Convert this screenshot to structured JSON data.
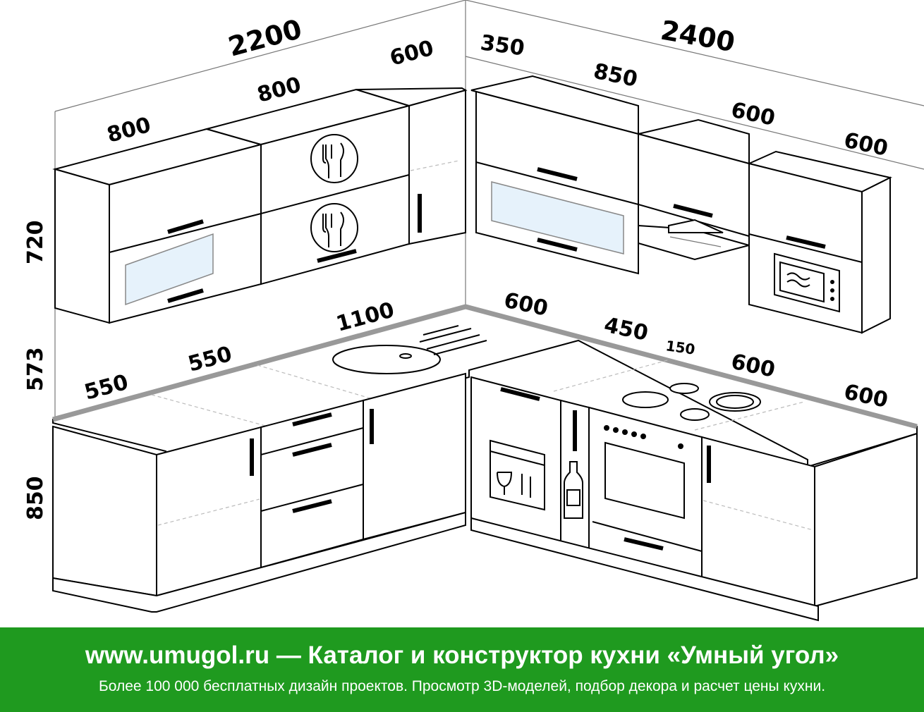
{
  "dimensions": {
    "left_wall_total": "2200",
    "right_wall_total": "2400",
    "upper_left_1": "800",
    "upper_left_2": "800",
    "upper_left_3": "600",
    "upper_right_corner": "350",
    "upper_right_1": "850",
    "upper_right_2": "600",
    "upper_right_3": "600",
    "upper_height": "720",
    "apron_height": "573",
    "base_height": "850",
    "base_left_1": "550",
    "base_left_2": "550",
    "base_left_3": "1100",
    "base_right_1": "600",
    "base_right_2": "450",
    "base_right_3": "150",
    "base_right_4": "600",
    "base_right_5": "600"
  },
  "footer": {
    "title": "www.umugol.ru — Каталог и конструктор кухни «Умный угол»",
    "subtitle": "Более 100 000 бесплатных дизайн проектов. Просмотр 3D-моделей, подбор декора и расчет цены кухни."
  },
  "colors": {
    "footer_bg": "#1f9a1f",
    "countertop_edge": "#999999",
    "glass": "#e6f2fb"
  }
}
